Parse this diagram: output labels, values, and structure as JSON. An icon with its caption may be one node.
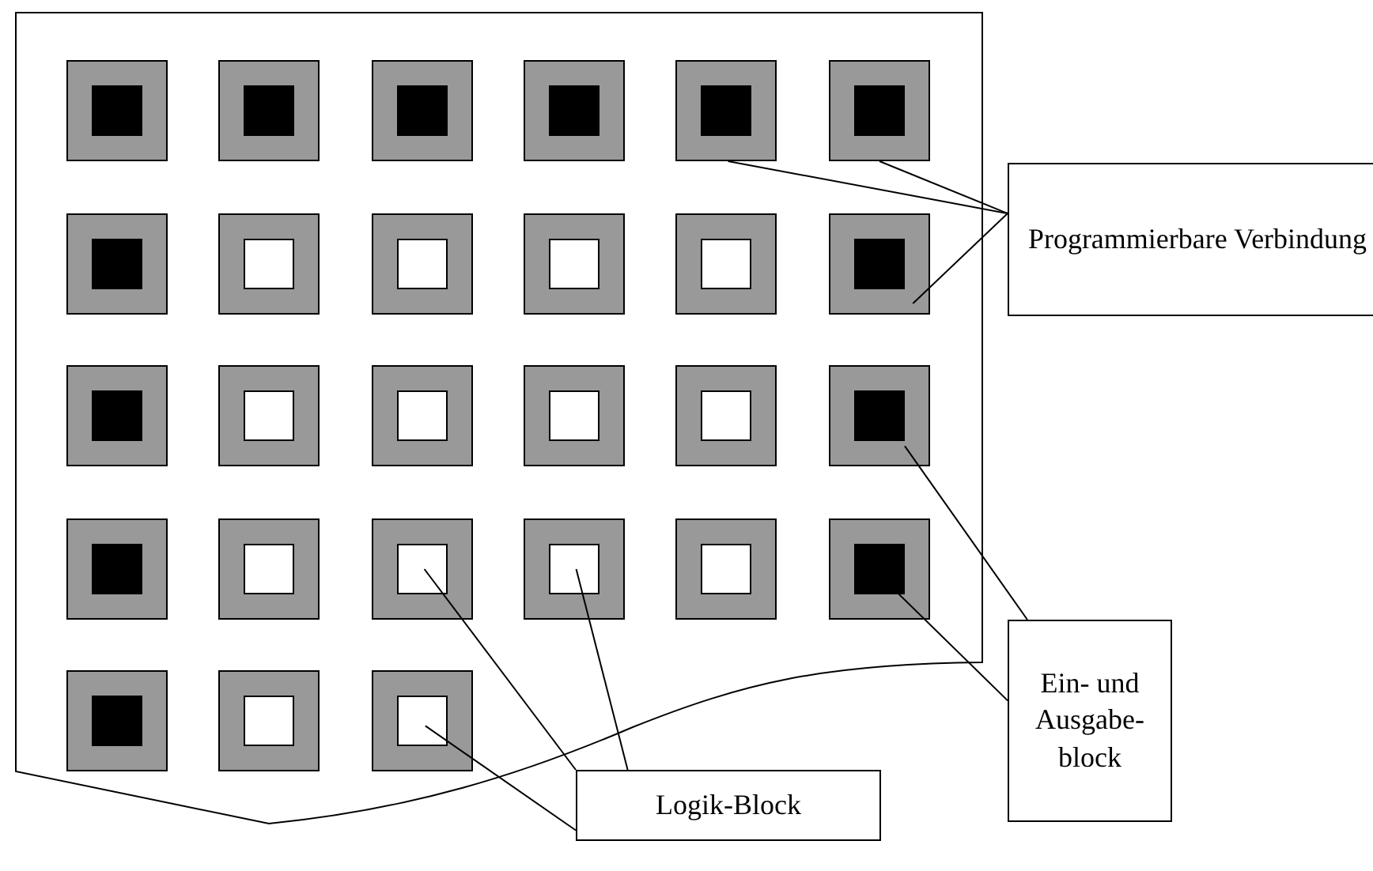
{
  "diagram": {
    "nodes": [
      {
        "text": [],
        "shape": "box"
      },
      {
        "text": [],
        "shape": "box"
      },
      {
        "text": [],
        "shape": "box"
      },
      {
        "text": [],
        "shape": "box"
      },
      {
        "text": [],
        "shape": "box"
      },
      {
        "text": [],
        "shape": "box"
      },
      {
        "text": [],
        "shape": "box"
      },
      {
        "text": [],
        "shape": "box"
      },
      {
        "text": [],
        "shape": "box"
      },
      {
        "text": [],
        "shape": "box"
      },
      {
        "text": [],
        "shape": "box"
      },
      {
        "text": [],
        "shape": "box"
      },
      {
        "text": [],
        "shape": "box"
      },
      {
        "text": [],
        "shape": "box"
      },
      {
        "text": [],
        "shape": "box"
      },
      {
        "text": [],
        "shape": "box"
      },
      {
        "text": [],
        "shape": "box"
      },
      {
        "text": [],
        "shape": "box"
      },
      {
        "text": [],
        "shape": "box"
      },
      {
        "text": [],
        "shape": "box"
      },
      {
        "text": [],
        "shape": "box"
      },
      {
        "text": [],
        "shape": "box"
      },
      {
        "text": [],
        "shape": "box"
      },
      {
        "text": [],
        "shape": "box"
      },
      {
        "text": [],
        "shape": "box"
      },
      {
        "text": [],
        "shape": "box"
      },
      {
        "text": [],
        "shape": "box"
      },
      {
        "text": [
          "Programmierbare Verbindung"
        ]
      },
      {
        "text": [
          "Ein- und Ausgabe-block"
        ]
      },
      {
        "text": [
          "Logik-Block"
        ]
      }
    ],
    "edges": [
      {
        "from": 27,
        "to": 4,
        "arrow": "none"
      },
      {
        "from": 27,
        "to": 5,
        "arrow": "none"
      },
      {
        "from": 27,
        "to": 11,
        "arrow": "none"
      },
      {
        "from": 28,
        "to": 17,
        "arrow": "none"
      },
      {
        "from": 28,
        "to": 23,
        "arrow": "none"
      },
      {
        "from": 29,
        "to": 20,
        "arrow": "none"
      },
      {
        "from": 29,
        "to": 21,
        "arrow": "none"
      },
      {
        "from": 29,
        "to": 26,
        "arrow": "none"
      }
    ]
  }
}
